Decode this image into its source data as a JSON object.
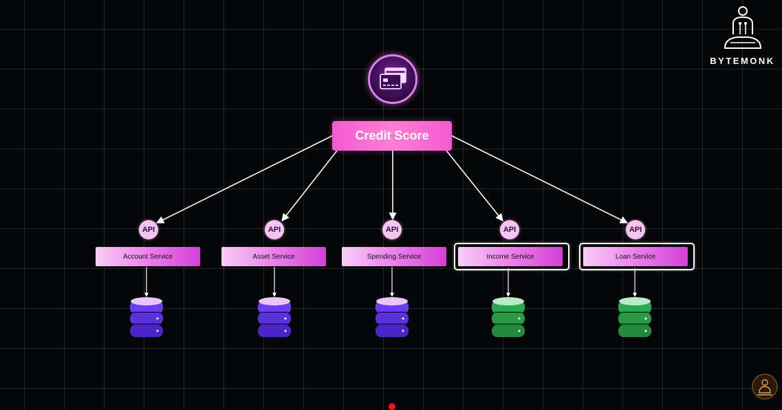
{
  "brand": {
    "name": "BYTEMONK",
    "icon": "monk-logo-icon"
  },
  "root": {
    "label": "Credit Score",
    "icon": "credit-card-icon",
    "color": "#f35ad1"
  },
  "api_label": "API",
  "services": [
    {
      "label": "Account Service",
      "highlighted": false,
      "database_color": "purple"
    },
    {
      "label": "Asset Service",
      "highlighted": false,
      "database_color": "purple"
    },
    {
      "label": "Spending Service",
      "highlighted": false,
      "database_color": "purple"
    },
    {
      "label": "Income Service",
      "highlighted": true,
      "database_color": "green"
    },
    {
      "label": "Loan Service",
      "highlighted": true,
      "database_color": "green"
    }
  ],
  "colors": {
    "background": "#050608",
    "accent": "#f35ad1",
    "database_purple": "#6a3ef0",
    "database_green": "#2ea850"
  }
}
